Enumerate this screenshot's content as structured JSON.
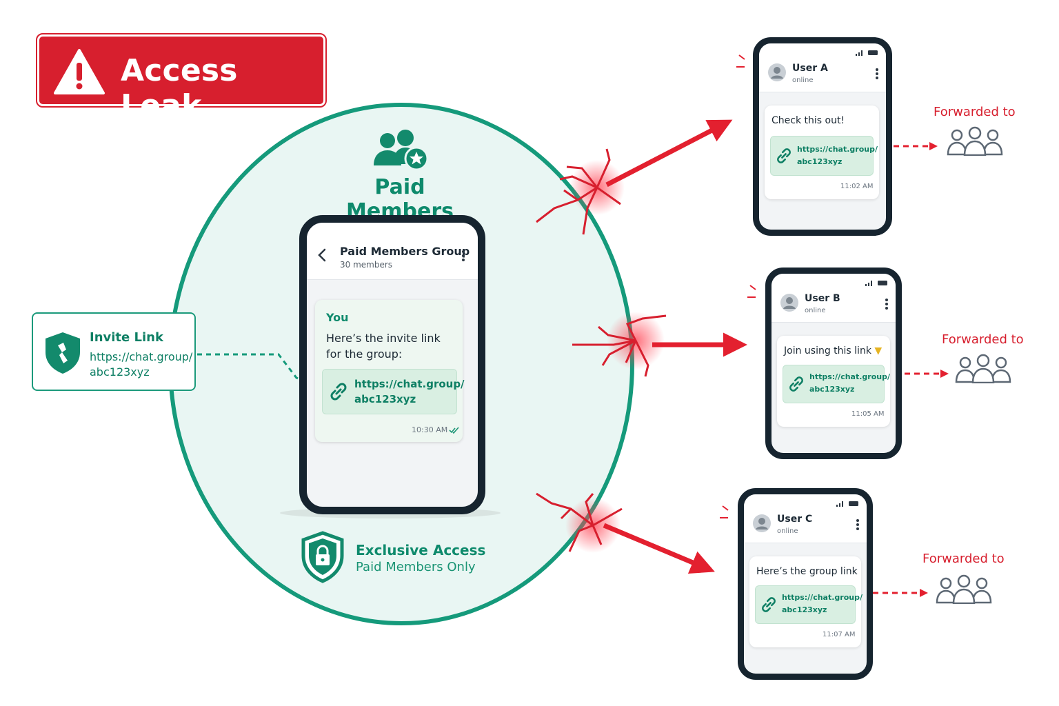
{
  "banner": {
    "title": "Access Leak"
  },
  "group": {
    "title": "Paid Members"
  },
  "invite_card": {
    "title": "Invite Link",
    "url_line1": "https://chat.group/",
    "url_line2": "abc123xyz"
  },
  "main_phone": {
    "group_name": "Paid Members Group",
    "member_count": "30 members",
    "message": {
      "sender": "You",
      "text_line1": "Here’s the invite link",
      "text_line2": "for the group:",
      "link_line1": "https://chat.group/",
      "link_line2": "abc123xyz",
      "time": "10:30 AM"
    }
  },
  "exclusive": {
    "title": "Exclusive Access",
    "subtitle": "Paid Members Only"
  },
  "leaks": [
    {
      "user": "User A",
      "status": "online",
      "message": "Check this out!",
      "link_line1": "https://chat.group/",
      "link_line2": "abc123xyz",
      "time": "11:02 AM",
      "forward_label": "Forwarded to"
    },
    {
      "user": "User B",
      "status": "online",
      "message": "Join using this link",
      "link_line1": "https://chat.group/",
      "link_line2": "abc123xyz",
      "time": "11:05 AM",
      "forward_label": "Forwarded to"
    },
    {
      "user": "User C",
      "status": "online",
      "message": "Here’s the group link",
      "link_line1": "https://chat.group/",
      "link_line2": "abc123xyz",
      "time": "11:07 AM",
      "forward_label": "Forwarded to"
    }
  ],
  "colors": {
    "accent_green": "#0e8a6c",
    "circle_fill": "#e9f6f3",
    "alert_red": "#d71f2e",
    "phone_frame": "#16242f"
  },
  "icons": {
    "warning": "warning-triangle-icon",
    "members": "members-star-icon",
    "shield": "shield-icon",
    "lock": "lock-shield-icon",
    "link": "link-icon",
    "people": "people-group-icon",
    "avatar": "avatar-icon"
  }
}
